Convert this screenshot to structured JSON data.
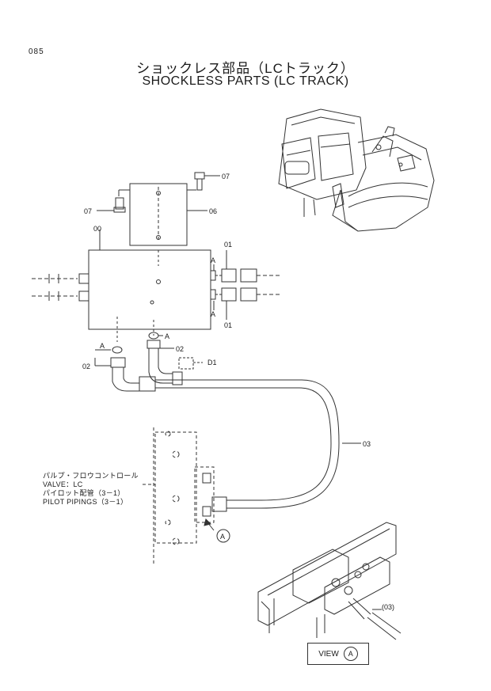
{
  "page_code": "085",
  "title_jp": "ショックレス部品（LCトラック）",
  "title_en": "SHOCKLESS PARTS (LC TRACK)",
  "callouts": {
    "p00": "00",
    "p01_top": "01",
    "p01_bottom": "01",
    "p02_left": "02",
    "p02_right": "02",
    "p03": "03",
    "p06": "06",
    "p07_right": "07",
    "p07_left": "07",
    "p031": "(03)",
    "a_top": "A",
    "a_bottom": "A",
    "a_oring_left": "A",
    "a_oring_right": "A",
    "d1": "D1",
    "view_a_marker": "A"
  },
  "legend": {
    "line1": "パルプ・フロウコントロール",
    "line2": "VALVE：LC",
    "line3": "パイロット配管（3－1）",
    "line4": "PILOT PIPINGS（3－1）"
  },
  "view": {
    "label": "VIEW",
    "letter": "A"
  }
}
